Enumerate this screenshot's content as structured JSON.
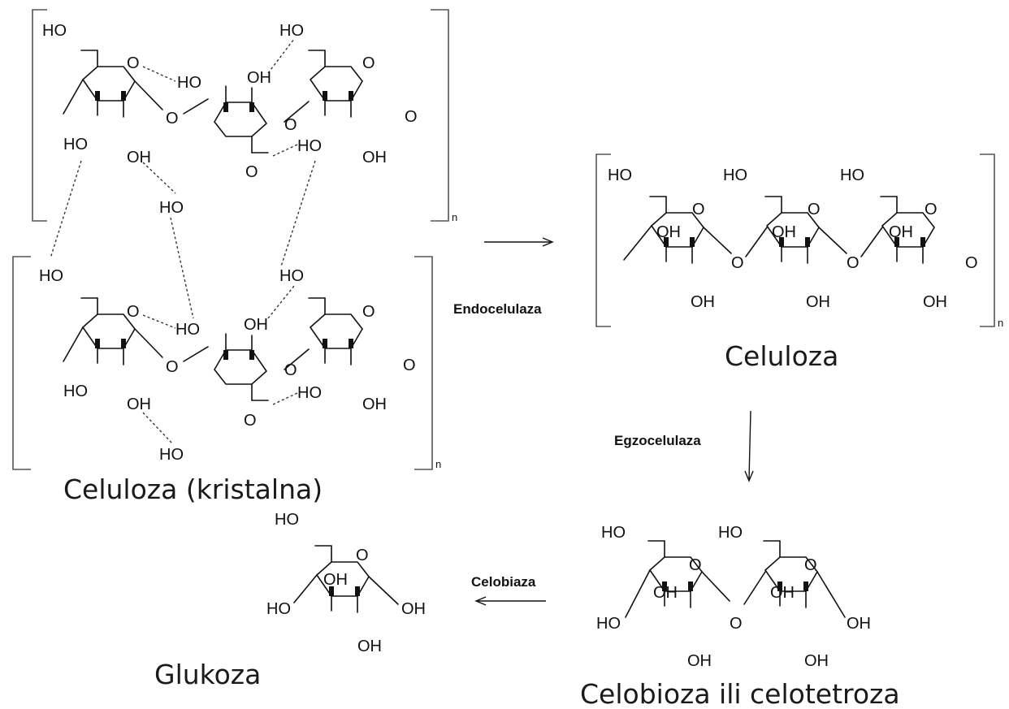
{
  "labels": {
    "crystalline_cellulose": "Celuloza (kristalna)",
    "cellulose": "Celuloza",
    "cellobiose": "Celobioza ili celotetroza",
    "glucose": "Glukoza"
  },
  "enzymes": {
    "endo": "Endocelulaza",
    "exo": "Egzocelulaza",
    "cellobiase": "Celobiaza"
  },
  "atoms": {
    "HO": "HO",
    "OH": "OH",
    "O": "O",
    "n": "n"
  },
  "colors": {
    "ink": "#111111",
    "background": "#ffffff"
  }
}
